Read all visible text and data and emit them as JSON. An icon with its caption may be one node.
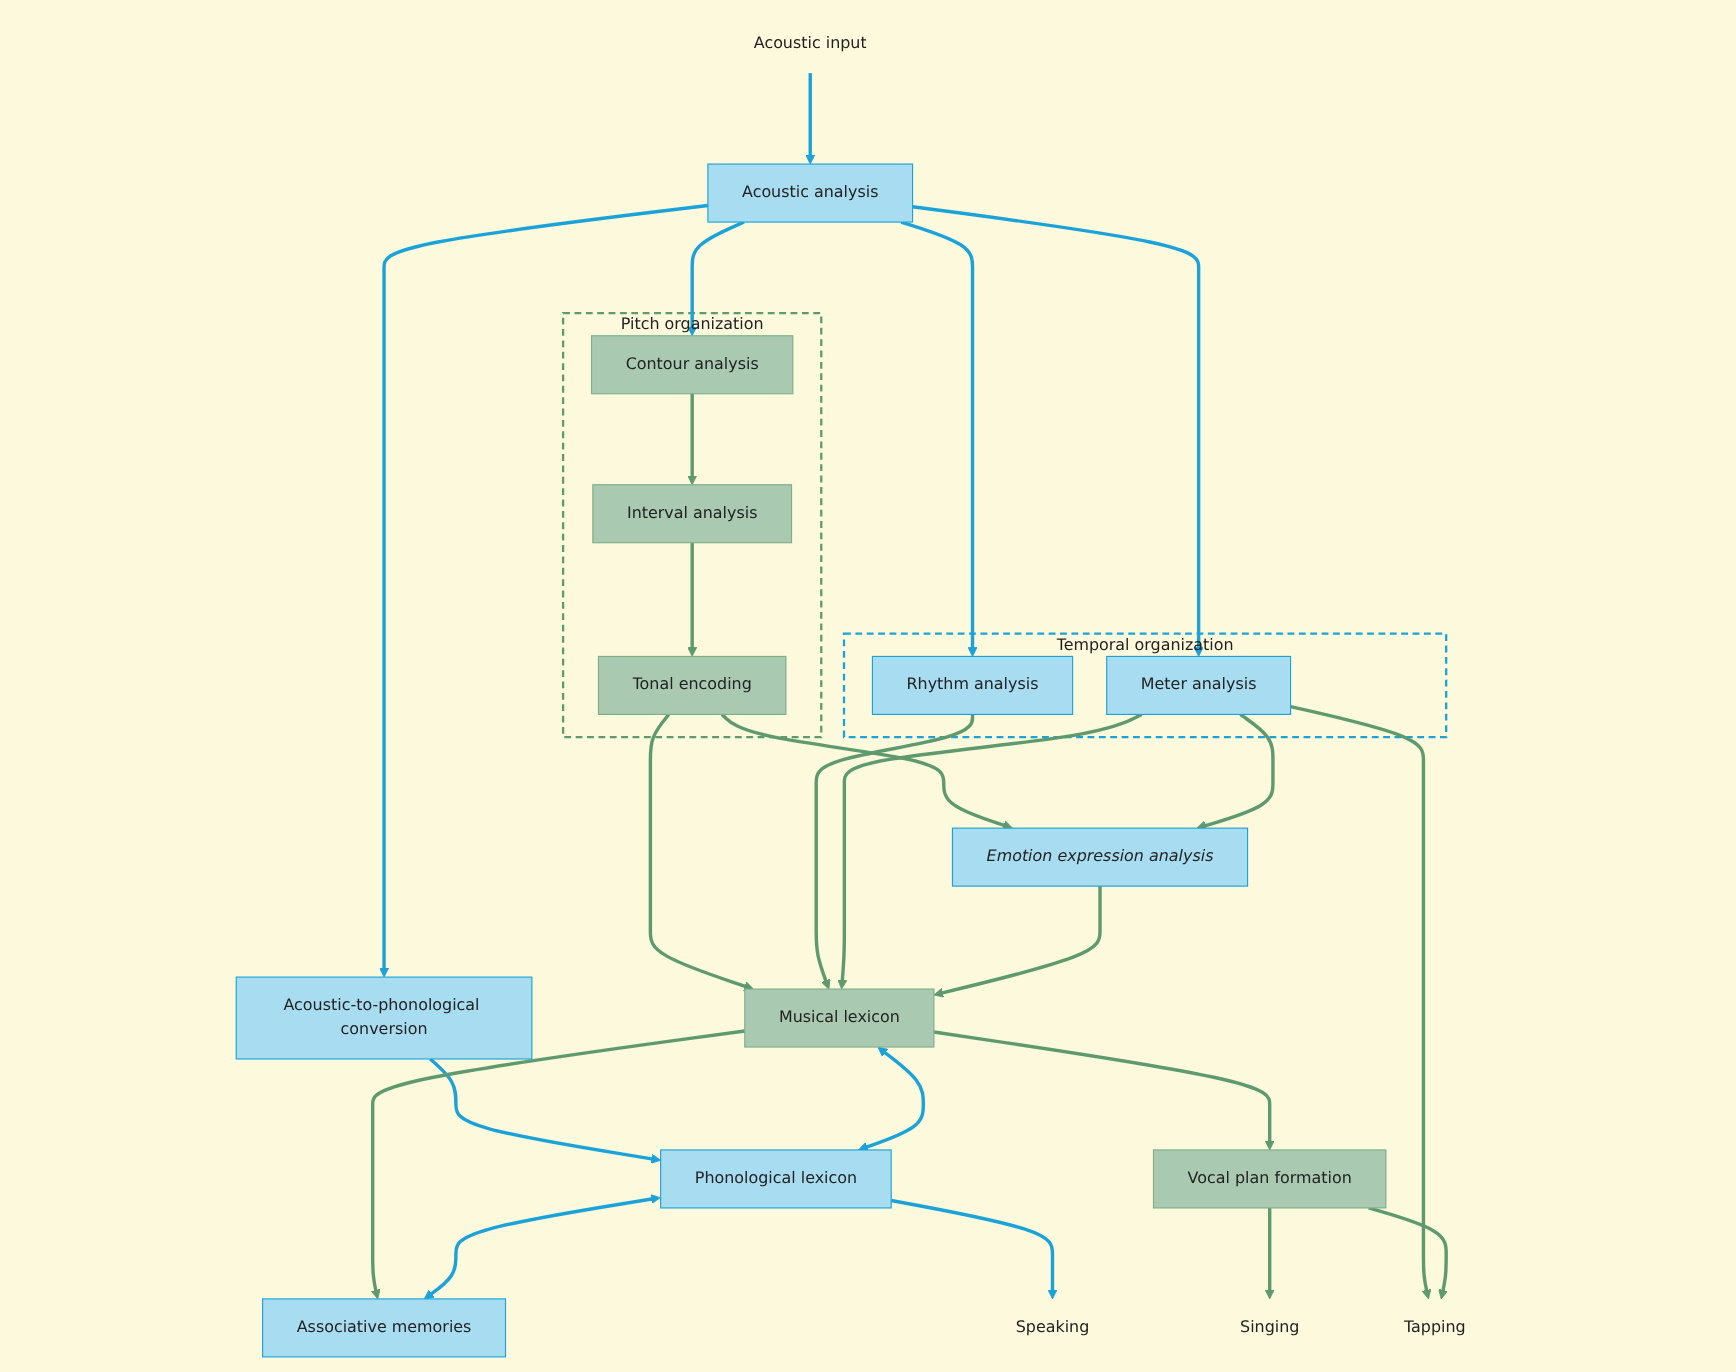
{
  "diagram": {
    "nodes": [
      {
        "text": [
          "Acoustic input"
        ]
      },
      {
        "text": [
          "Acoustic analysis"
        ]
      },
      {
        "text": [
          "Pitch organization"
        ]
      },
      {
        "text": [
          "Tonal encoding"
        ],
        "in": 2
      },
      {
        "text": [
          "Interval analysis"
        ],
        "in": 2
      },
      {
        "text": [
          "Contour analysis"
        ],
        "in": 2
      },
      {
        "text": [
          "Temporal organization"
        ]
      },
      {
        "text": [
          "Rhythm analysis"
        ],
        "in": 6
      },
      {
        "text": [
          "Meter analysis"
        ],
        "in": 6
      },
      {
        "text": [
          "Acoustic-to-phonological conversion"
        ]
      },
      {
        "text": [
          "Emotion expression analysis"
        ]
      },
      {
        "text": [
          "Musical lexicon"
        ]
      },
      {
        "text": [
          "Phonological lexicon"
        ]
      },
      {
        "text": [
          "Vocal plan formation"
        ]
      },
      {
        "text": [
          "Associative memories"
        ]
      },
      {
        "text": [
          "Singing"
        ]
      },
      {
        "text": [
          "Tapping"
        ]
      },
      {
        "text": [
          "Speaking"
        ]
      }
    ],
    "edges": [
      {
        "from": 0,
        "to": 1,
        "arrow": "to",
        "color": "#1ba3d9"
      },
      {
        "from": 1,
        "to": 5,
        "arrow": "to",
        "color": "#1ba3d9"
      },
      {
        "from": 1,
        "to": 7,
        "arrow": "to",
        "color": "#1ba3d9"
      },
      {
        "from": 1,
        "to": 8,
        "arrow": "to",
        "color": "#1ba3d9"
      },
      {
        "from": 1,
        "to": 9,
        "arrow": "to",
        "color": "#1ba3d9"
      },
      {
        "from": 5,
        "to": 4,
        "arrow": "to"
      },
      {
        "from": 4,
        "to": 3,
        "arrow": "to"
      },
      {
        "from": 3,
        "to": 10,
        "arrow": "to"
      },
      {
        "from": 3,
        "to": 11,
        "arrow": "to"
      },
      {
        "from": 8,
        "to": 10,
        "arrow": "to"
      },
      {
        "from": 7,
        "to": 11,
        "arrow": "to"
      },
      {
        "from": 8,
        "to": 11,
        "arrow": "to"
      },
      {
        "from": 8,
        "to": 16,
        "arrow": "to"
      },
      {
        "from": 9,
        "to": 12,
        "arrow": "to",
        "color": "#1ba3d9"
      },
      {
        "from": 10,
        "to": 11,
        "arrow": "to"
      },
      {
        "from": 11,
        "to": 12,
        "arrow": "both",
        "color": "#1ba3d9"
      },
      {
        "from": 11,
        "to": 13,
        "arrow": "to"
      },
      {
        "from": 11,
        "to": 14,
        "arrow": "to"
      },
      {
        "from": 12,
        "to": 14,
        "arrow": "both",
        "color": "#1ba3d9"
      },
      {
        "from": 12,
        "to": 17,
        "arrow": "to",
        "color": "#1ba3d9"
      },
      {
        "from": 13,
        "to": 15,
        "arrow": "to"
      },
      {
        "from": 13,
        "to": 16,
        "arrow": "to"
      }
    ]
  }
}
